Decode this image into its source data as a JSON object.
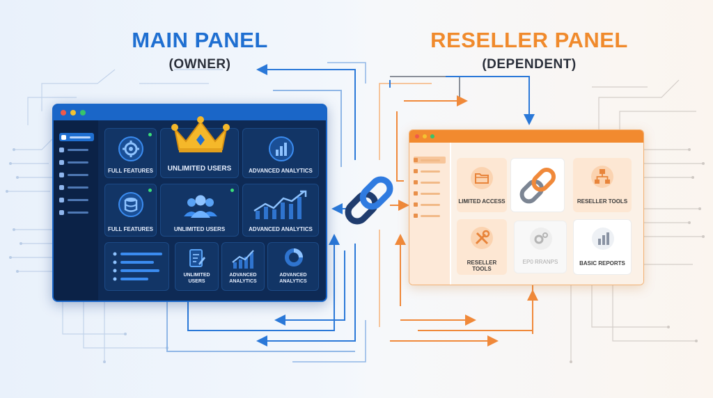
{
  "headings": {
    "main_title": "MAIN PANEL",
    "main_subtitle": "(OWNER)",
    "reseller_title": "RESELLER PANEL",
    "reseller_subtitle": "(DEPENDENT)"
  },
  "main_panel": {
    "tiles": [
      {
        "label": "FULL FEATURES",
        "icon": "gear-icon"
      },
      {
        "label": "UNLIMITED USERS",
        "icon": "crown-icon"
      },
      {
        "label": "ADVANCED ANALYTICS",
        "icon": "bar-chart-icon"
      },
      {
        "label": "FULL FEATURES",
        "icon": "database-icon"
      },
      {
        "label": "UNLIMITED USERS",
        "icon": "users-icon"
      },
      {
        "label": "ADVANCED ANALYTICS",
        "icon": "line-chart-icon"
      },
      {
        "label": "UNLIMITED\nUSERS",
        "icon": "document-edit-icon"
      },
      {
        "label": "ADVANCED\nANALYTICS",
        "icon": "trend-chart-icon"
      },
      {
        "label": "ADVANCED\nANALYTICS",
        "icon": "donut-chart-icon"
      }
    ]
  },
  "reseller_panel": {
    "tiles": [
      {
        "label": "LIMITED ACCESS",
        "icon": "folder-icon"
      },
      {
        "label": "",
        "icon": "chain-link-icon"
      },
      {
        "label": "RESELLER TOOLS",
        "icon": "hierarchy-icon"
      },
      {
        "label": "RESELLER TOOLS",
        "icon": "tools-icon"
      },
      {
        "label": "EP0 RRANPS",
        "icon": "gears-icon"
      },
      {
        "label": "BASIC REPORTS",
        "icon": "bar-chart-icon"
      }
    ]
  },
  "colors": {
    "main_blue": "#1f6fd1",
    "reseller_orange": "#f08a2c",
    "main_panel_bg": "#0e2a55",
    "reseller_panel_bg": "#ffffff"
  }
}
